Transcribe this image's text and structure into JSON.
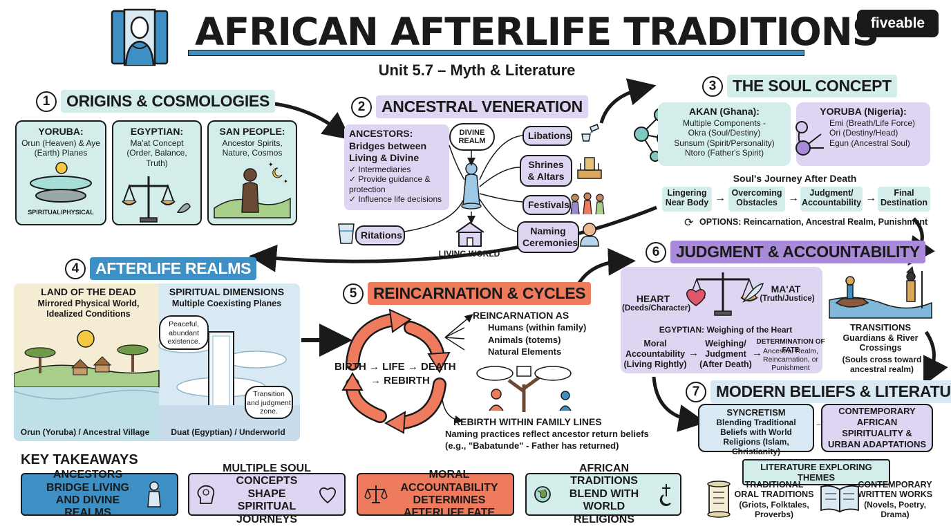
{
  "header": {
    "title": "AFRICAN AFTERLIFE TRADITIONS",
    "subtitle": "Unit 5.7 – Myth & Literature",
    "brand": "fiveable"
  },
  "colors": {
    "teal": "#d3eeea",
    "lavender": "#ddd5f1",
    "blue": "#3d8fc4",
    "salmon": "#ef7b5f",
    "purple": "#a98ad9"
  },
  "sections": {
    "origins": {
      "num": "1",
      "title": "ORIGINS & COSMOLOGIES",
      "cards": [
        {
          "title": "YORUBA:",
          "text": "Orun (Heaven) & Aye (Earth) Planes",
          "caption": "SPIRITUAL/PHYSICAL"
        },
        {
          "title": "EGYPTIAN:",
          "text": "Ma'at Concept (Order, Balance, Truth)"
        },
        {
          "title": "SAN PEOPLE:",
          "text": "Ancestor Spirits, Nature, Cosmos"
        }
      ]
    },
    "veneration": {
      "num": "2",
      "title": "ANCESTRAL VENERATION",
      "ancestors_title": "ANCESTORS: Bridges between Living & Divine",
      "bullets": [
        "✓ Intermediaries",
        "✓ Provide guidance & protection",
        "✓ Influence life decisions"
      ],
      "divine": "DIVINE REALM",
      "living": "LIVING WORLD",
      "practices": [
        "Libations",
        "Shrines & Altars",
        "Festivals",
        "Naming Ceremonies"
      ],
      "ritations": "Ritations"
    },
    "soul": {
      "num": "3",
      "title": "THE SOUL CONCEPT",
      "akan_title": "AKAN (Ghana):",
      "akan_sub": "Multiple Components -",
      "akan_items": [
        "Okra (Soul/Destiny)",
        "Sunsum (Spirit/Personality)",
        "Ntoro (Father's Spirit)"
      ],
      "yoruba_title": "YORUBA (Nigeria):",
      "yoruba_items": [
        "Emi (Breath/Life Force)",
        "Ori (Destiny/Head)",
        "Egun (Ancestral Soul)"
      ],
      "journey_title": "Soul's Journey After Death",
      "journey": [
        "Lingering Near Body",
        "Overcoming Obstacles",
        "Judgment/ Accountability",
        "Final Destination"
      ],
      "options": "OPTIONS: Reincarnation, Ancestral Realm, Punishment"
    },
    "realms": {
      "num": "4",
      "title": "AFTERLIFE REALMS",
      "land_title": "LAND OF THE DEAD",
      "land_text": "Mirrored Physical World, Idealized Conditions",
      "spirit_title": "SPIRITUAL DIMENSIONS",
      "spirit_text": "Multiple Coexisting Planes",
      "bubble1": "Peaceful, abundant existence.",
      "bubble2": "Transition and judgment zone.",
      "cap_left": "Orun (Yoruba) / Ancestral Village",
      "cap_right": "Duat (Egyptian) / Underworld"
    },
    "reincarnation": {
      "num": "5",
      "title": "REINCARNATION & CYCLES",
      "cycle_a": "BIRTH → LIFE → DEATH",
      "cycle_b": "→ REBIRTH",
      "as_title": "REINCARNATION AS",
      "as_items": [
        "Humans (within family)",
        "Animals (totems)",
        "Natural Elements"
      ],
      "family_title": "REBIRTH WITHIN FAMILY LINES",
      "family_text": "Naming practices reflect ancestor return beliefs",
      "family_example": "(e.g., \"Babatunde\" - Father has returned)"
    },
    "judgment": {
      "num": "6",
      "title": "JUDGMENT & ACCOUNTABILITY",
      "heart": "HEART",
      "heart_sub": "(Deeds/Character)",
      "maat": "MA'AT",
      "maat_sub": "(Truth/Justice)",
      "egypt": "EGYPTIAN: Weighing of the Heart",
      "moral": "Moral Accountability (Living Rightly)",
      "weighing": "Weighing/ Judgment (After Death)",
      "fate_title": "DETERMINATION OF FATE",
      "fate_text": "Ancestral Realm, Reincarnation, or Punishment",
      "trans_title": "TRANSITIONS",
      "trans_text": "Guardians & River Crossings",
      "trans_sub": "(Souls cross toward ancestral realm)"
    },
    "modern": {
      "num": "7",
      "title": "MODERN BELIEFS & LITERATURE",
      "sync_title": "SYNCRETISM",
      "sync_text": "Blending Traditional Beliefs with World Religions (Islam, Christianity)",
      "contemp_title": "CONTEMPORARY AFRICAN SPIRITUALITY & URBAN ADAPTATIONS",
      "lit": "LITERATURE EXPLORING THEMES",
      "oral_title": "TRADITIONAL ORAL TRADITIONS",
      "oral_text": "(Griots, Folktales, Proverbs)",
      "written_title": "CONTEMPORARY WRITTEN WORKS",
      "written_text": "(Novels, Poetry, Drama)"
    }
  },
  "takeaways": {
    "title": "KEY TAKEAWAYS",
    "items": [
      "ANCESTORS BRIDGE LIVING AND DIVINE REALMS",
      "MULTIPLE SOUL CONCEPTS SHAPE SPIRITUAL JOURNEYS",
      "MORAL ACCOUNTABILITY DETERMINES AFTERLIFE FATE",
      "AFRICAN TRADITIONS BLEND WITH WORLD RELIGIONS"
    ]
  }
}
